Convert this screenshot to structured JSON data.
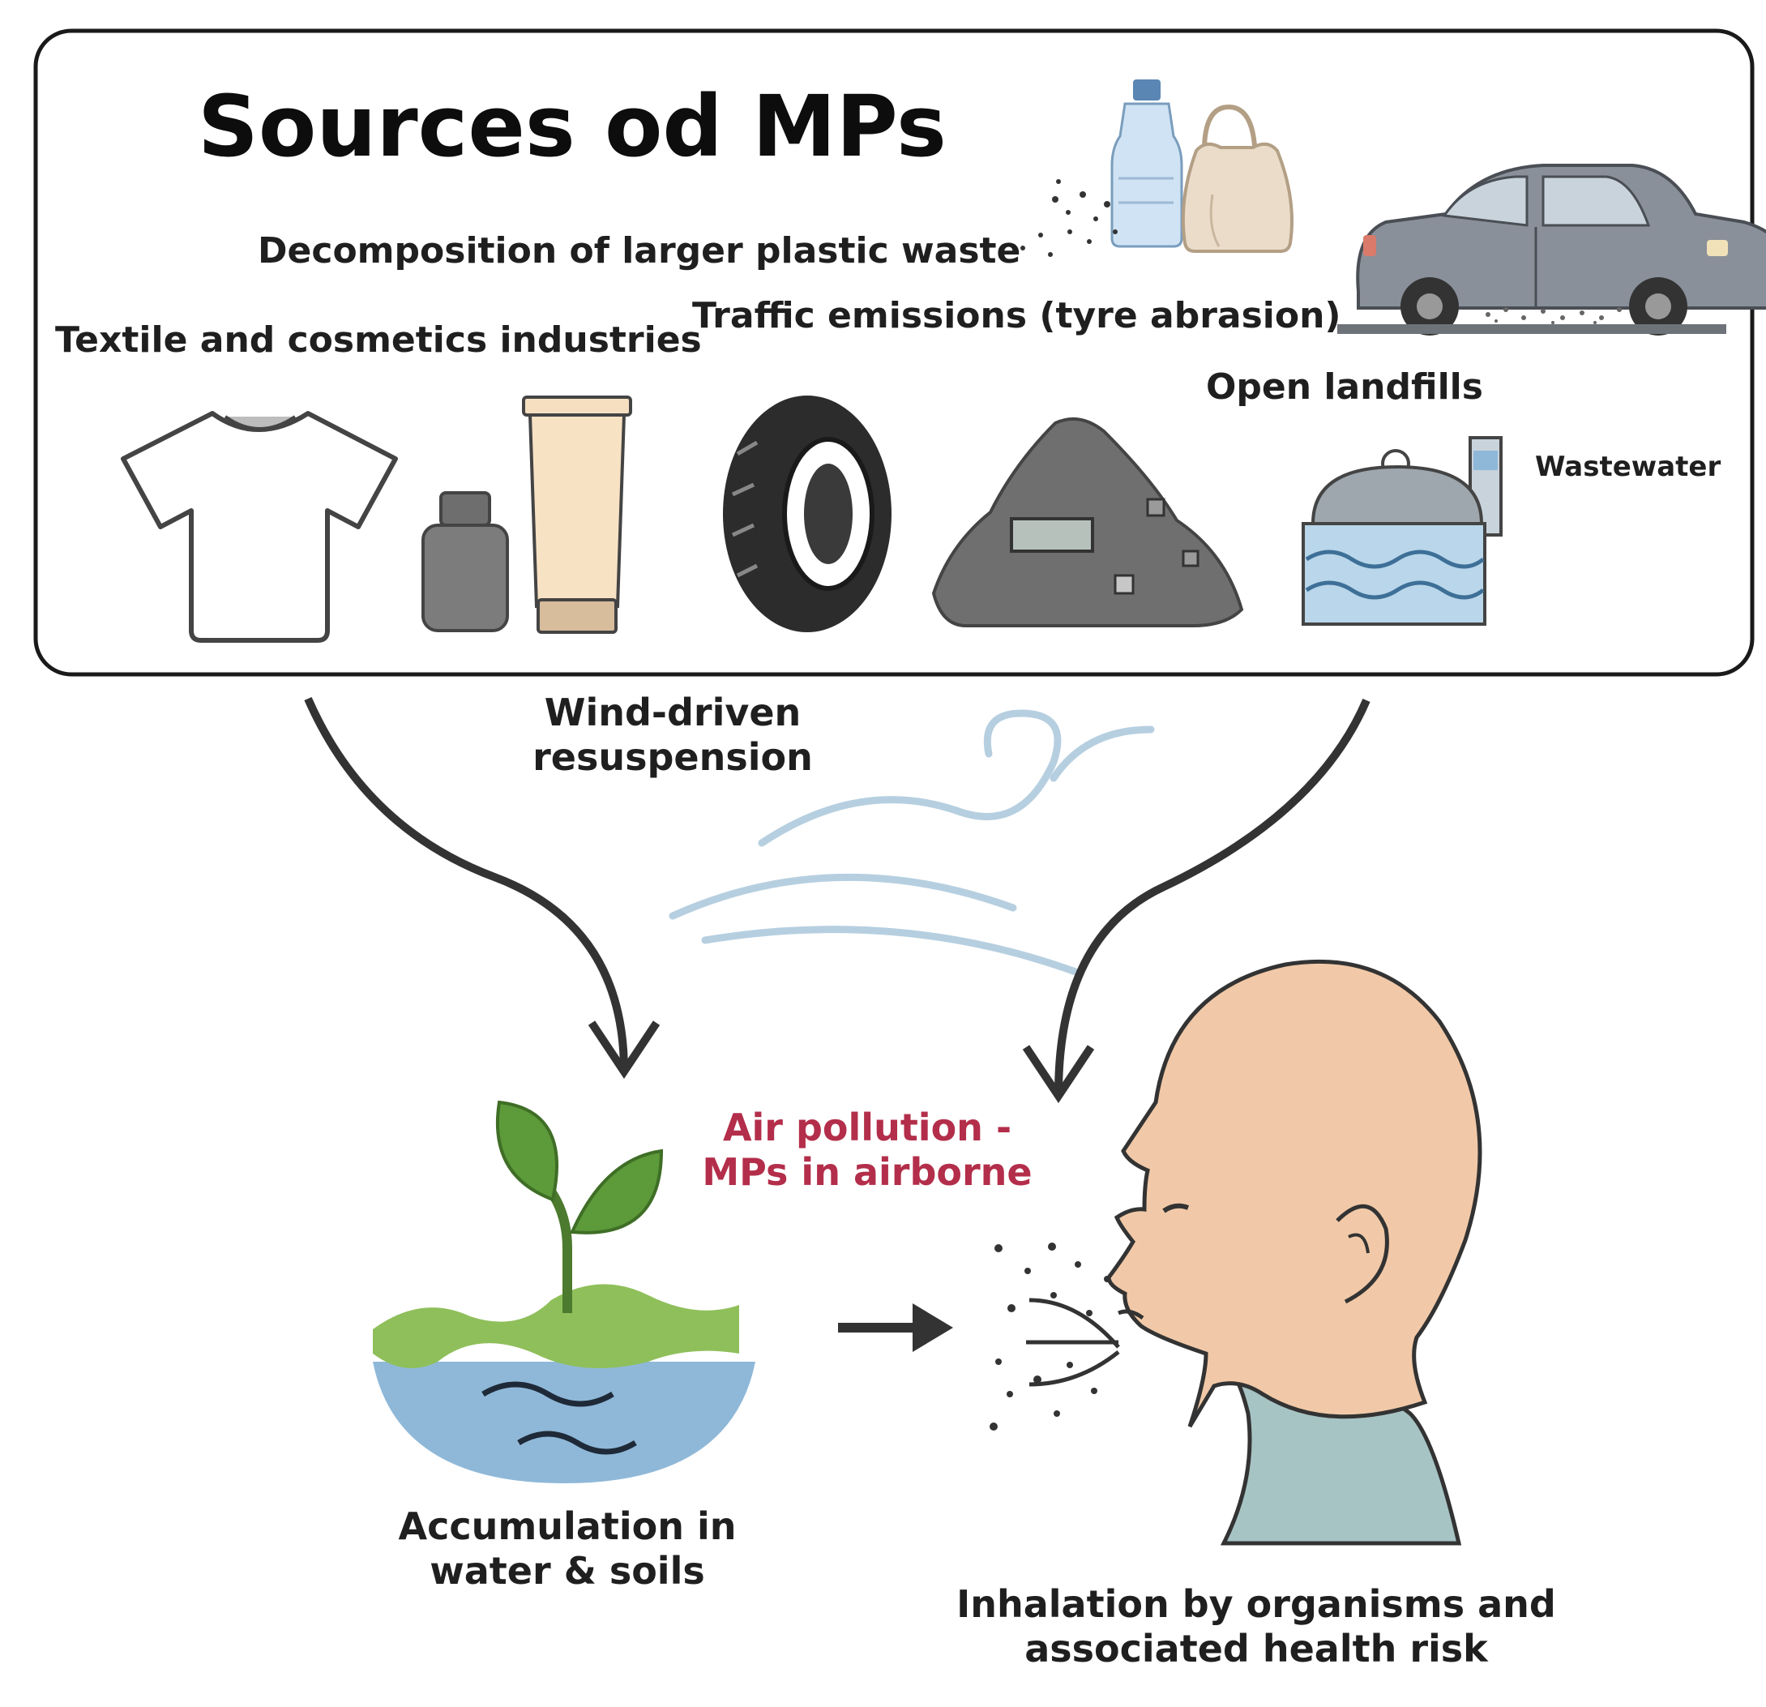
{
  "title": "Sources od MPs",
  "sources": {
    "decomposition": "Decomposition of larger plastic waste",
    "textile": "Textile and cosmetics industries",
    "traffic": "Traffic emissions (tyre abrasion)",
    "landfills": "Open landfills",
    "wastewater": "Wastewater"
  },
  "pathways": {
    "wind_line1": "Wind-driven",
    "wind_line2": "resuspension",
    "air_line1": "Air pollution -",
    "air_line2": "MPs in airborne"
  },
  "outcomes": {
    "accumulation_line1": "Accumulation in",
    "accumulation_line2": "water & soils",
    "inhalation_line1": "Inhalation by organisms and",
    "inhalation_line2": "associated health risk"
  },
  "colors": {
    "air_label": "#b32e4a",
    "arrow": "#333333",
    "wind": "#b6cfe0",
    "water": "#8fb8d8",
    "grass": "#8fbf5a",
    "skin": "#f1c9a8",
    "shirt": "#a7c4c4"
  }
}
